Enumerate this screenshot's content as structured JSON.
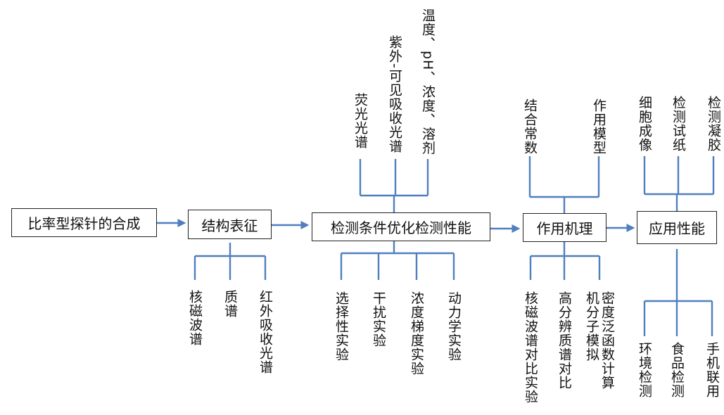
{
  "flow": {
    "step1": "比率型探针的合成",
    "step2": "结构表征",
    "step3": "检测条件优化检测性能",
    "step4": "作用机理",
    "step5": "应用性能"
  },
  "structure_methods": [
    "核磁波谱",
    "质谱",
    "红外吸收光谱"
  ],
  "detection_conditions": [
    "荧光光谱",
    "紫外-可见吸收光谱",
    "温度、pH、浓度、溶剂"
  ],
  "detection_performance": [
    "选择性实验",
    "干扰实验",
    "浓度梯度实验",
    "动力学实验"
  ],
  "mechanism_top": [
    "结合常数",
    "作用模型"
  ],
  "mechanism_bottom": [
    "核磁波谱对比实验",
    "高分辨质谱对比",
    "密度泛函数计算机分子模拟"
  ],
  "application_top": [
    "细胞成像",
    "检测试纸",
    "检测凝胶"
  ],
  "application_bottom": [
    "环境检测",
    "食品检测",
    "手机联用"
  ],
  "colors": {
    "connector": "#4f7fbf",
    "box_border": "#222222"
  }
}
